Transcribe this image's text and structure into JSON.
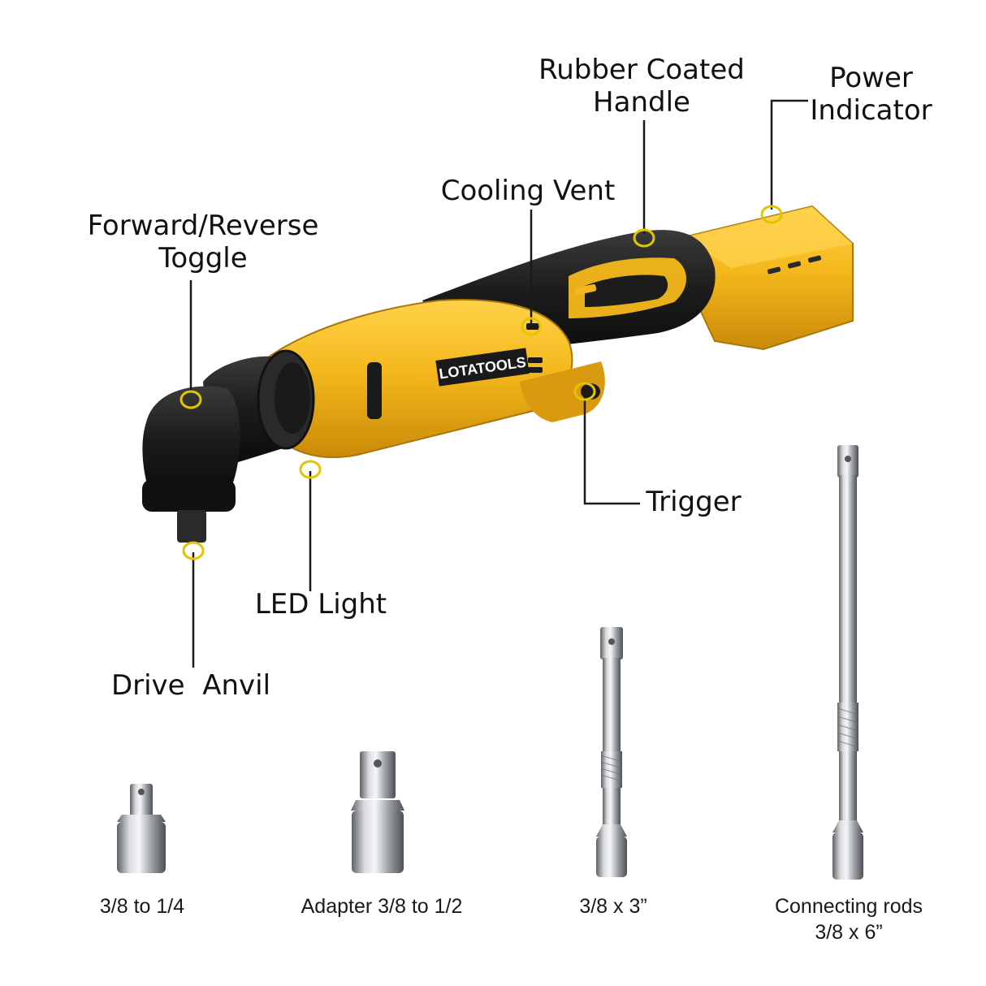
{
  "brand": "LOTATOOLS",
  "colors": {
    "accent_yellow": "#F4B81C",
    "body_dark": "#1E1E1E",
    "leader_line": "#1A1A1A",
    "marker_ring": "#E2C400",
    "chrome": "#B9BCC0"
  },
  "callouts": {
    "forward_reverse": [
      "Forward/Reverse",
      "Toggle"
    ],
    "cooling_vent": "Cooling Vent",
    "rubber_handle": [
      "Rubber Coated",
      "Handle"
    ],
    "power_indicator": [
      "Power",
      "Indicator"
    ],
    "trigger": "Trigger",
    "led_light": "LED Light",
    "drive_anvil": "Drive  Anvil"
  },
  "accessories": [
    {
      "name": "adapter-3-8-to-1-4",
      "label": "3/8 to 1/4"
    },
    {
      "name": "adapter-3-8-to-1-2",
      "label": "Adapter 3/8 to 1/2"
    },
    {
      "name": "extension-3-inch",
      "label": "3/8 x 3”"
    },
    {
      "name": "extension-6-inch",
      "label": [
        "Connecting rods",
        "3/8 x 6”"
      ]
    }
  ]
}
